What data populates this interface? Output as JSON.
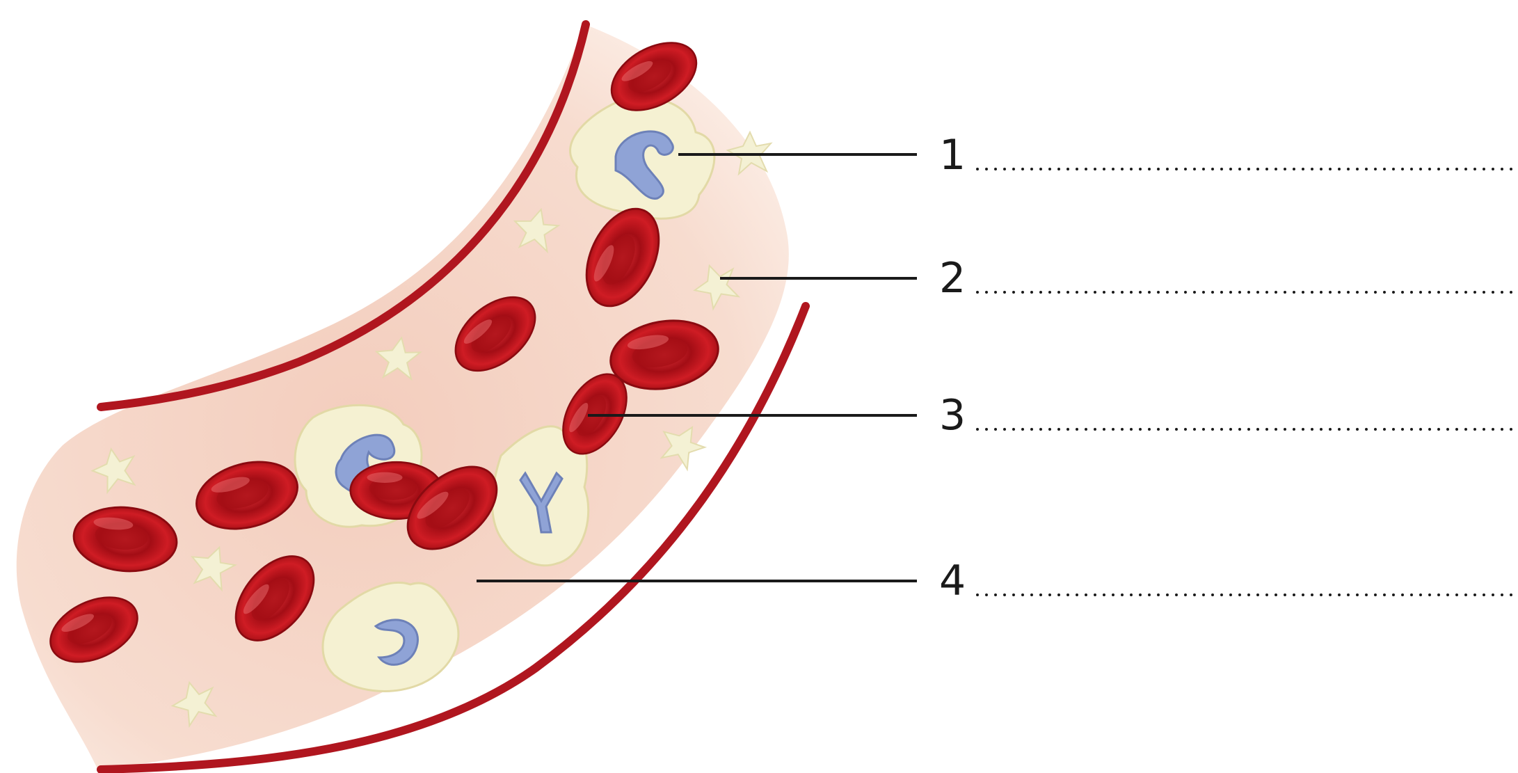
{
  "labels": [
    {
      "number": "1"
    },
    {
      "number": "2"
    },
    {
      "number": "3"
    },
    {
      "number": "4"
    }
  ],
  "colors": {
    "vessel_wall": "#b0161f",
    "plasma": "#f6d9cb",
    "red_cell": "#c0141c",
    "white_cell": "#f5f1d2",
    "nucleus": "#8fa3d6",
    "platelet": "#f4f1d4"
  }
}
